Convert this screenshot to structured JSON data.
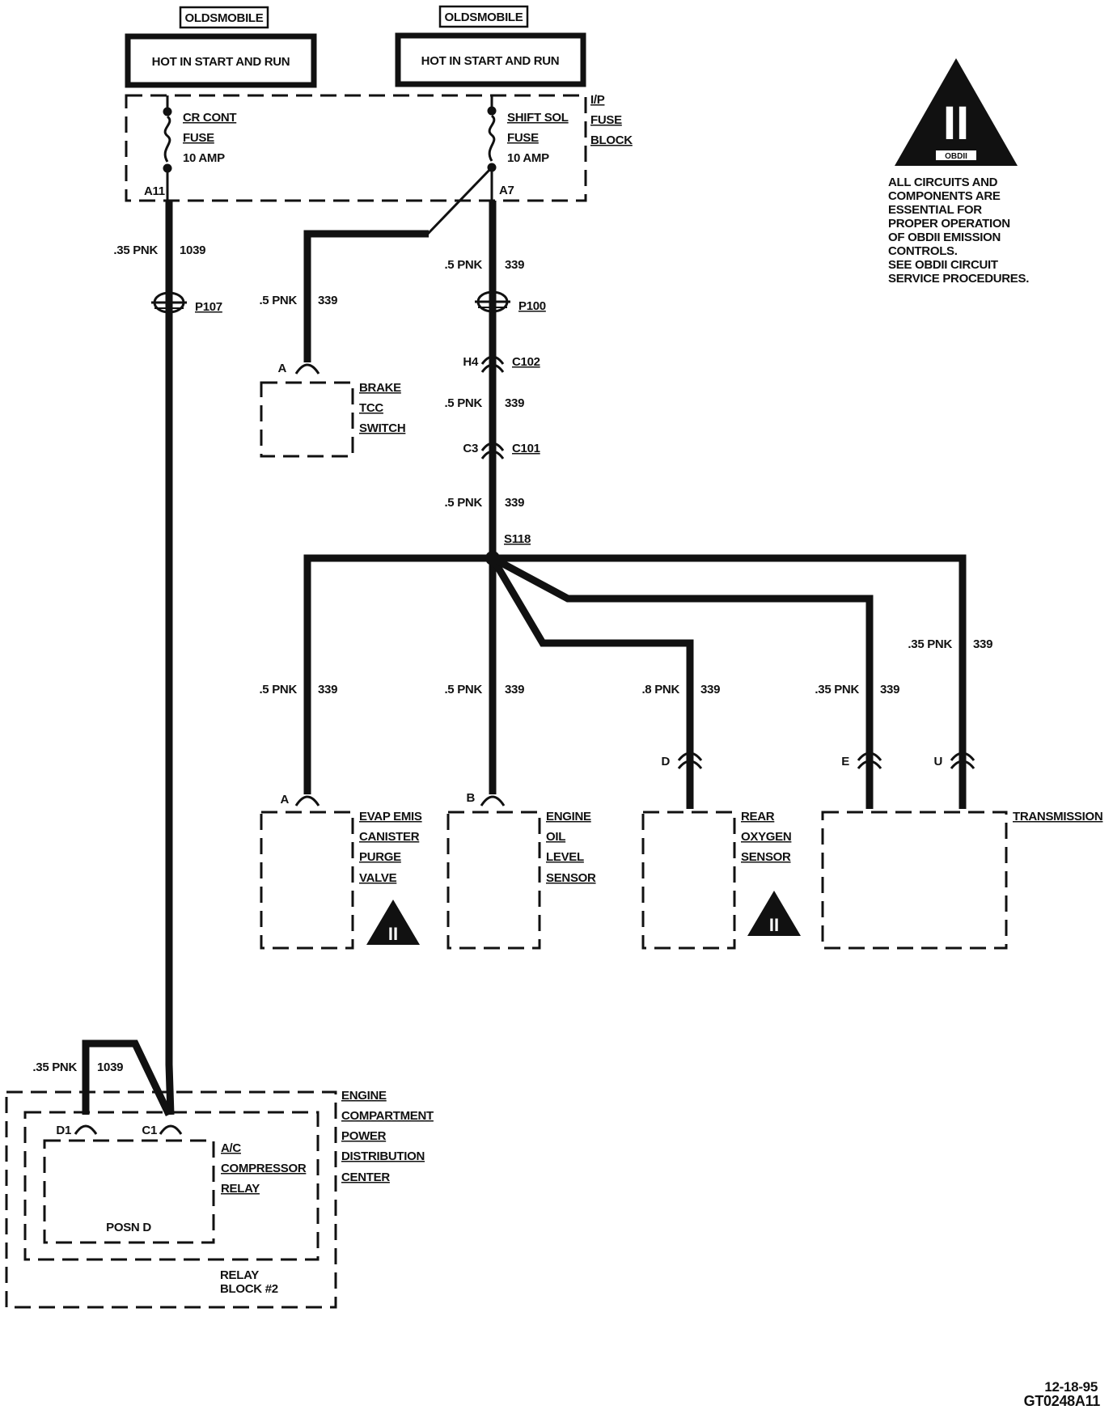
{
  "top_labels": {
    "left_brand": "OLDSMOBILE",
    "left_hot": "HOT IN START AND RUN",
    "right_brand": "OLDSMOBILE",
    "right_hot": "HOT IN START AND RUN"
  },
  "fuse_block": {
    "name": [
      "I/P",
      "FUSE",
      "BLOCK"
    ],
    "fuse1": [
      "CR CONT",
      "FUSE",
      "10 AMP"
    ],
    "fuse1_pin": "A11",
    "fuse2": [
      "SHIFT SOL",
      "FUSE",
      "10 AMP"
    ],
    "fuse2_pin": "A7"
  },
  "obd_note": {
    "symbol": "II",
    "caption": "OBDII",
    "lines": [
      "ALL CIRCUITS AND",
      "COMPONENTS ARE",
      "ESSENTIAL FOR",
      "PROPER OPERATION",
      "OF OBDII EMISSION",
      "CONTROLS.",
      "SEE OBDII CIRCUIT",
      "SERVICE PROCEDURES."
    ]
  },
  "wires": {
    "w1039_a_color": ".35 PNK",
    "w1039_a_num": "1039",
    "w339_brake_color": ".5 PNK",
    "w339_brake_num": "339",
    "w339_top_color": ".5 PNK",
    "w339_top_num": "339",
    "w339_mid_color": ".5 PNK",
    "w339_mid_num": "339",
    "w339_low_color": ".5 PNK",
    "w339_low_num": "339",
    "w339_evap_color": ".5 PNK",
    "w339_evap_num": "339",
    "w339_oil_color": ".5 PNK",
    "w339_oil_num": "339",
    "w339_o2_color": ".8 PNK",
    "w339_o2_num": "339",
    "w339_e_color": ".35 PNK",
    "w339_e_num": "339",
    "w339_u_color": ".35 PNK",
    "w339_u_num": "339",
    "w1039_b_color": ".35 PNK",
    "w1039_b_num": "1039"
  },
  "connectors": {
    "p107": "P107",
    "p100": "P100",
    "c102_pin": "H4",
    "c102": "C102",
    "c101_pin": "C3",
    "c101": "C101",
    "s118": "S118",
    "brake_pin": "A",
    "evap_pin": "A",
    "oil_pin": "B",
    "o2_pin": "D",
    "trans_e_pin": "E",
    "trans_u_pin": "U",
    "relay_d1": "D1",
    "relay_c1": "C1"
  },
  "components": {
    "brake": [
      "BRAKE",
      "TCC",
      "SWITCH"
    ],
    "evap": [
      "EVAP EMIS",
      "CANISTER",
      "PURGE",
      "VALVE"
    ],
    "oil": [
      "ENGINE",
      "OIL",
      "LEVEL",
      "SENSOR"
    ],
    "o2": [
      "REAR",
      "OXYGEN",
      "SENSOR"
    ],
    "trans": "TRANSMISSION",
    "pdc": [
      "ENGINE",
      "COMPARTMENT",
      "POWER",
      "DISTRIBUTION",
      "CENTER"
    ],
    "relay": [
      "A/C",
      "COMPRESSOR",
      "RELAY"
    ],
    "relay_posn": "POSN D",
    "relay_block": [
      "RELAY",
      "BLOCK #2"
    ],
    "obd_mark": "II"
  },
  "footer": {
    "date": "12-18-95",
    "code": "GT0248A11"
  }
}
